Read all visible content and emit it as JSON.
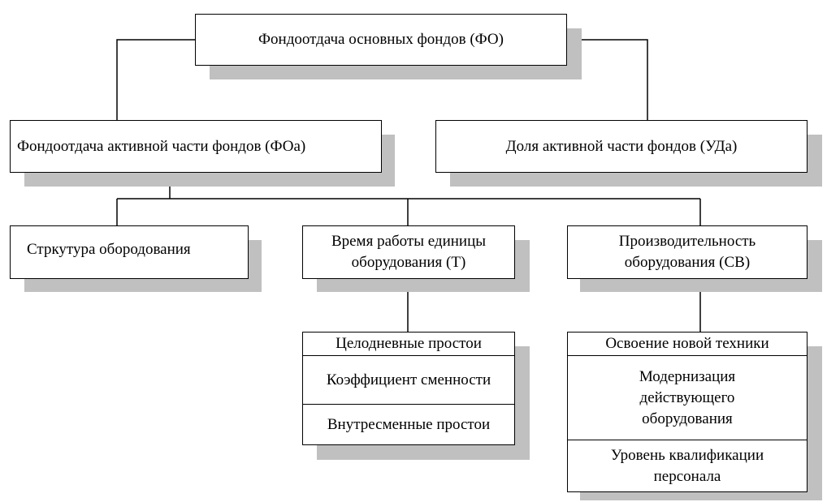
{
  "diagram": {
    "root": {
      "label": "Фондоотдача основных фондов (ФО)"
    },
    "level1": {
      "left": {
        "label": "Фондоотдача активной части фондов (ФОа)"
      },
      "right": {
        "label": "Доля активной части фондов (УДа)"
      }
    },
    "level2": {
      "structure": {
        "label": "Стркутура обородования"
      },
      "time": {
        "label": "Время работы единицы\nоборудования (Т)"
      },
      "productivity": {
        "label": "Производительность\nоборудования (СВ)"
      }
    },
    "time_factors": [
      {
        "label": "Целодневные простои"
      },
      {
        "label": "Коэффициент сменности"
      },
      {
        "label": "Внутресменные простои"
      }
    ],
    "productivity_factors": [
      {
        "label": "Освоение новой техники"
      },
      {
        "label": "Модернизация\nдействующего\nоборудования"
      },
      {
        "label": "Уровень квалификации\nперсонала"
      }
    ],
    "colors": {
      "shadow": "#c0c0c0",
      "border": "#000000",
      "background": "#ffffff"
    }
  }
}
